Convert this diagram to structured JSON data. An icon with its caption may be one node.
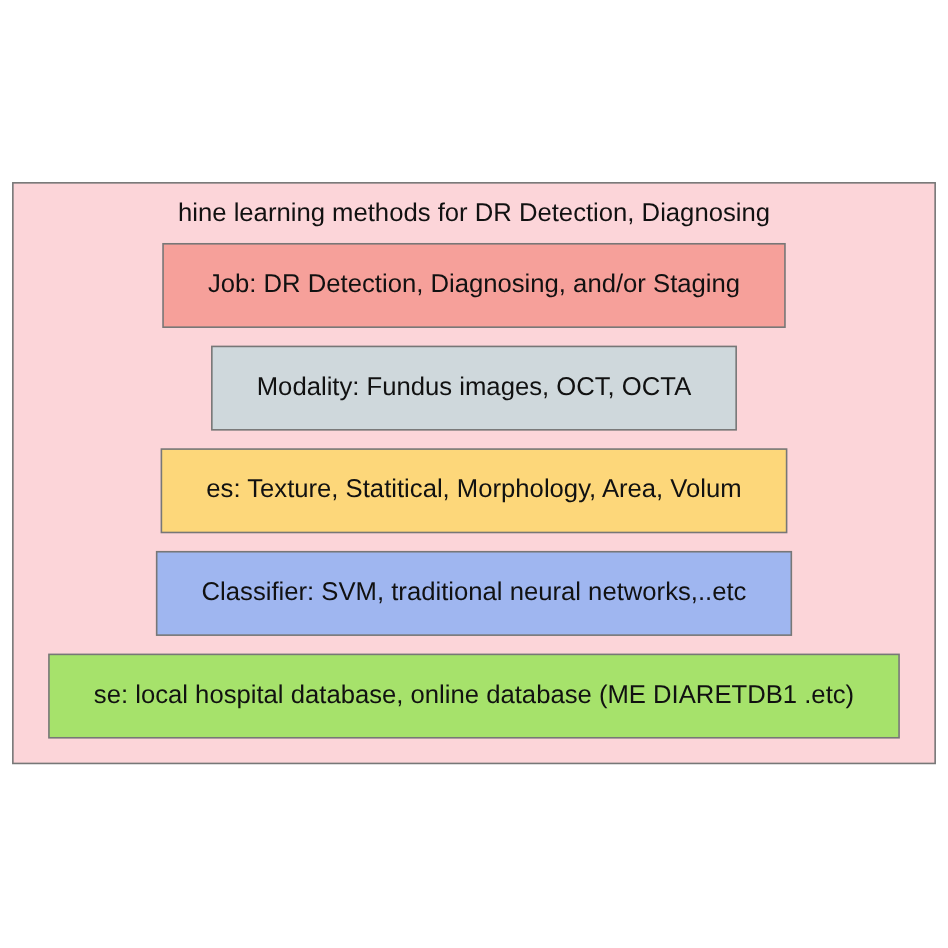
{
  "diagram": {
    "nodes": [
      {
        "text": [
          "hine learning methods for DR Detection, Diagnosing"
        ]
      },
      {
        "text": [
          "Job: DR Detection, Diagnosing, and/or Staging"
        ],
        "in": 0
      },
      {
        "text": [
          "Modality: Fundus images, OCT, OCTA"
        ],
        "in": 0
      },
      {
        "text": [
          "es: Texture, Statitical, Morphology, Area, Volum"
        ],
        "in": 0
      },
      {
        "text": [
          "Classifier: SVM, traditional neural networks,..etc"
        ],
        "in": 0
      },
      {
        "text": [
          "se: local hospital database, online database (ME DIARETDB1 .etc)"
        ],
        "in": 0
      }
    ],
    "edges": []
  }
}
